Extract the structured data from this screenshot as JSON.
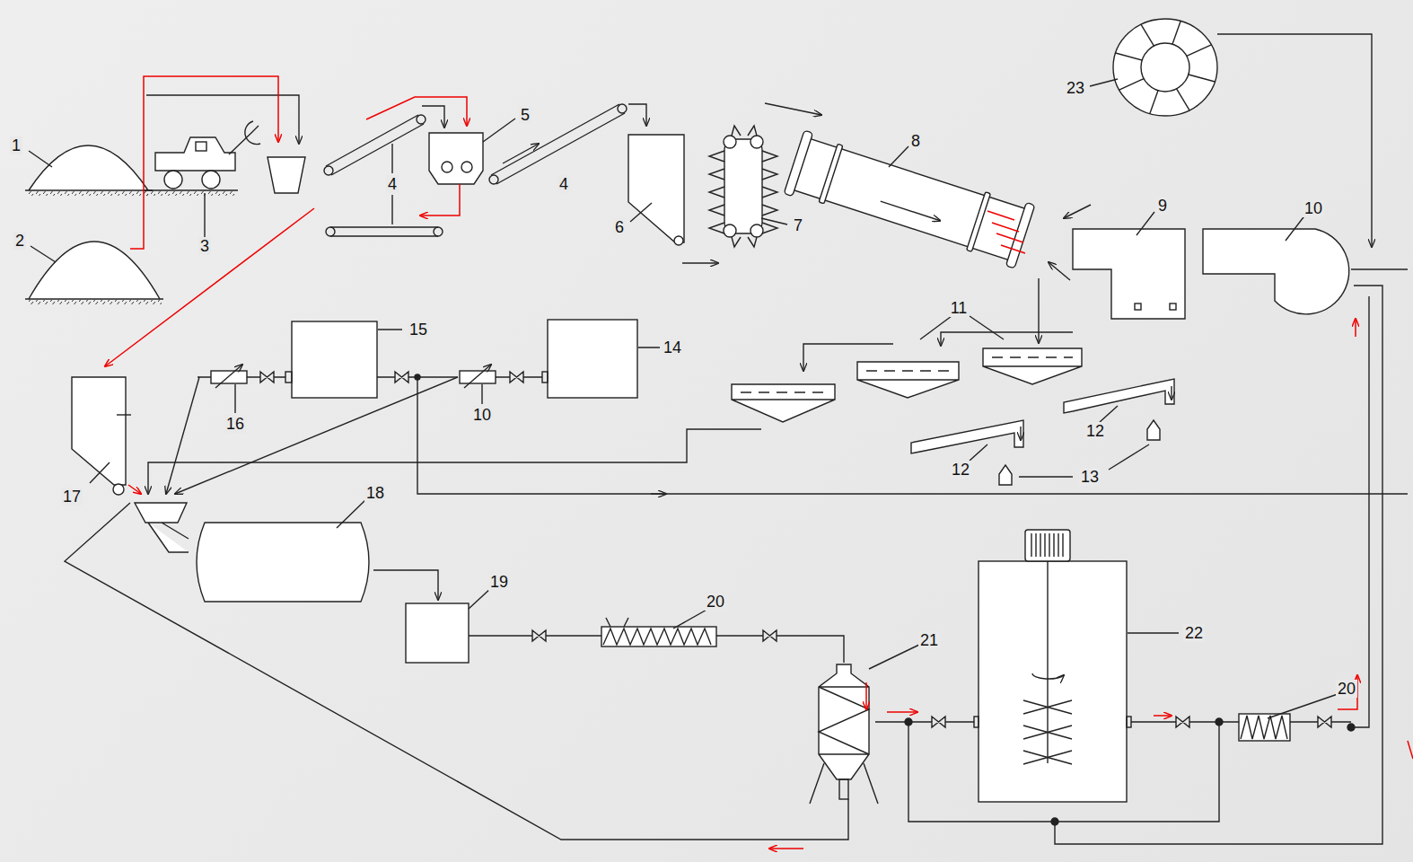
{
  "diagram": {
    "labels": [
      "23",
      "5",
      "8",
      "1",
      "4",
      "4",
      "3",
      "2",
      "6",
      "7",
      "9",
      "10",
      "11",
      "15",
      "14",
      "10",
      "16",
      "12",
      "12",
      "13",
      "17",
      "18",
      "19",
      "20",
      "21",
      "22",
      "20"
    ]
  }
}
